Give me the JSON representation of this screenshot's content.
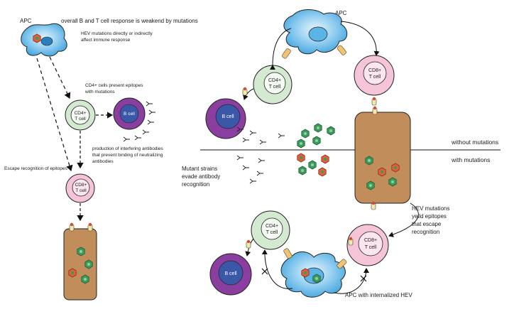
{
  "left_panel": {
    "apc_label": "APC",
    "heading": "overall B and T cell response is weakend by mutations",
    "hev_note": [
      "HEV mutations directly or indirectly",
      "affect immune response"
    ],
    "cd4_note": [
      "CD4+ cells present epitopes",
      "with mutations"
    ],
    "cd4_cell": [
      "CD4+",
      "T cell"
    ],
    "b_cell": "B cell",
    "antibody_note": [
      "production of interfering antibodies",
      "that prevent binding of neutralizing",
      "antibodies"
    ],
    "escape_note": "Escape recognition of epitopes",
    "cd8_cell": [
      "CD8+",
      "T cell"
    ]
  },
  "right_panel": {
    "apc_top_label": "APC",
    "cd4_top": [
      "CD4+",
      "T cell"
    ],
    "cd8_top": [
      "CD8+",
      "T cell"
    ],
    "b_cell_top": "B cell",
    "without_mutations": "without mutations",
    "with_mutations": "with mutations",
    "mutant_note": [
      "Mutant strains",
      "evade antibody",
      "recognition"
    ],
    "hev_escape_note": [
      "HEV mutations",
      "yeild epitopes",
      "that escape",
      "recognition"
    ],
    "cd4_bottom": [
      "CD4+",
      "T cell"
    ],
    "cd8_bottom": [
      "CD8+",
      "T cell"
    ],
    "b_cell_bottom": "B cell",
    "apc_bottom_label": "APC with internalized HEV"
  },
  "colors": {
    "apc_fill": "#5ab4e6",
    "apc_light": "#d8eef9",
    "cd4_fill": "#d3ead1",
    "cd8_fill": "#f6c4d8",
    "bcell_outer": "#8a3fa0",
    "bcell_inner": "#3b58a8",
    "hepatocyte": "#c08d5b",
    "virus_green": "#3c9b5a",
    "virus_red": "#e0603b"
  }
}
